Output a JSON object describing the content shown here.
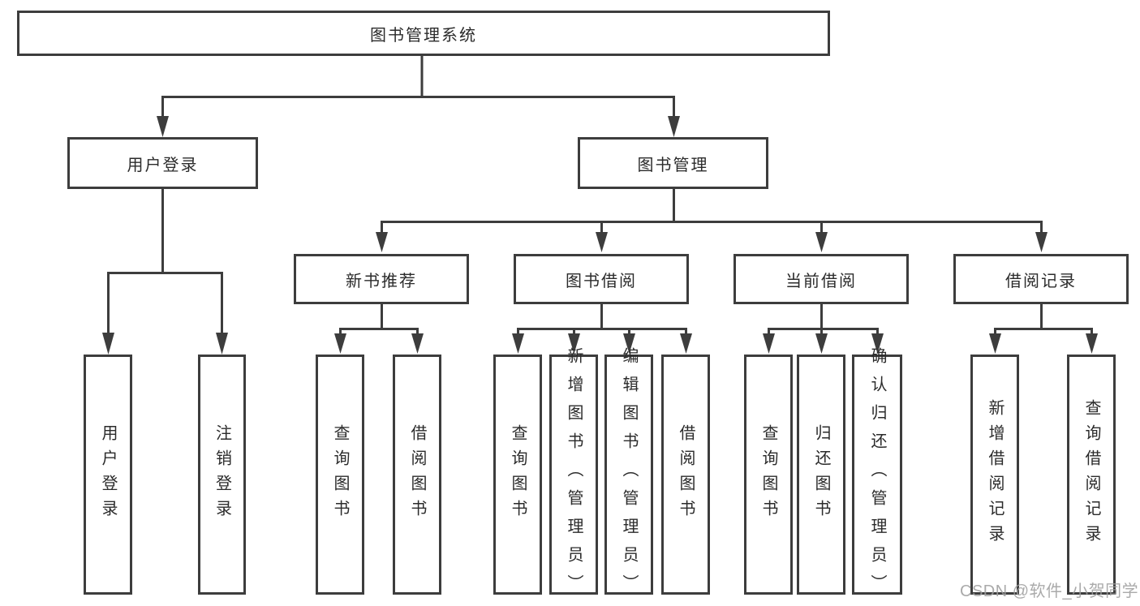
{
  "diagram": {
    "colors": {
      "stroke": "#3d3d3d",
      "text": "#2b2b2b",
      "background": "#ffffff",
      "watermark_text": "#9f9f9f"
    },
    "watermark": "CSDN @软件_小贺同学",
    "nodes": {
      "root": {
        "label": "图书管理系统"
      },
      "user_login": {
        "label": "用户登录"
      },
      "book_mgmt": {
        "label": "图书管理"
      },
      "new_book_rec": {
        "label": "新书推荐"
      },
      "book_borrow": {
        "label": "图书借阅"
      },
      "current_borrow": {
        "label": "当前借阅"
      },
      "borrow_records": {
        "label": "借阅记录"
      },
      "leaf_user_login": {
        "label": "用户登录"
      },
      "leaf_logout": {
        "label": "注销登录"
      },
      "leaf_query_books_nbr": {
        "label": "查询图书"
      },
      "leaf_borrow_books_nbr": {
        "label": "借阅图书"
      },
      "leaf_query_books_bb": {
        "label": "查询图书"
      },
      "leaf_add_books": {
        "label": "新增图书（管理员）"
      },
      "leaf_edit_books": {
        "label": "编辑图书（管理员）"
      },
      "leaf_borrow_books_bb": {
        "label": "借阅图书"
      },
      "leaf_query_books_cb": {
        "label": "查询图书"
      },
      "leaf_return_books": {
        "label": "归还图书"
      },
      "leaf_confirm_return": {
        "label": "确认归还（管理员）"
      },
      "leaf_add_borrow_record": {
        "label": "新增借阅记录"
      },
      "leaf_query_borrow_record": {
        "label": "查询借阅记录"
      }
    }
  }
}
